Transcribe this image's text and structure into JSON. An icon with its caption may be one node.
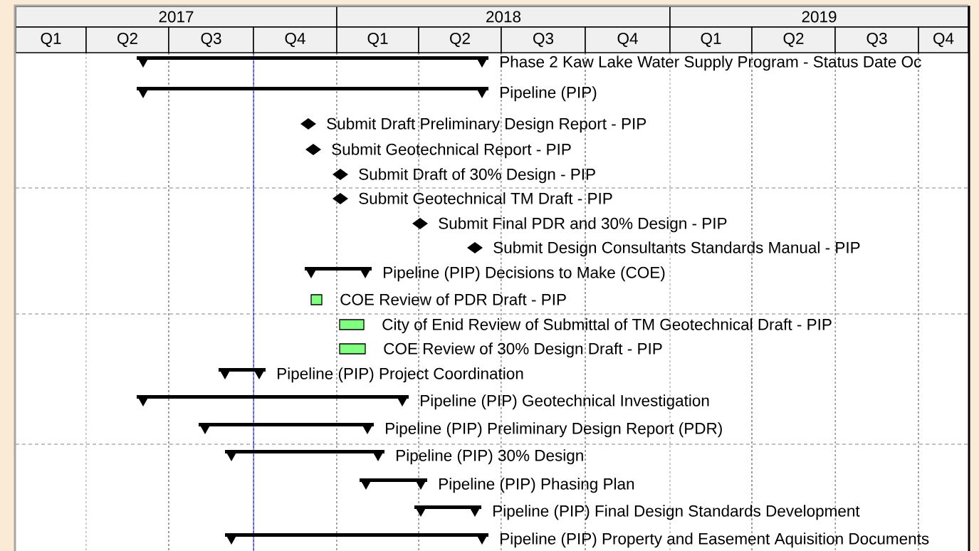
{
  "diagram": {
    "nodes": [
      {
        "text": [],
        "shape": "bar",
        "beside": [
          "Phase 2 Kaw Lake Water Supply Program - Status Date Oc"
        ]
      },
      {
        "text": [],
        "shape": "bar",
        "beside": [
          "Pipeline (PIP)"
        ]
      },
      {
        "text": [],
        "shape": "diamond",
        "beside": [
          "Submit Draft Preliminary Design Report - PIP"
        ]
      },
      {
        "text": [],
        "shape": "diamond",
        "beside": [
          "Submit Geotechnical Report - PIP"
        ]
      },
      {
        "text": [],
        "shape": "diamond",
        "beside": [
          "Submit Draft of 30% Design - PIP"
        ]
      },
      {
        "text": [],
        "shape": "diamond",
        "beside": [
          "Submit Geotechnical TM Draft - PIP"
        ]
      },
      {
        "text": [],
        "shape": "diamond",
        "beside": [
          "Submit Final PDR and 30% Design - PIP"
        ]
      },
      {
        "text": [],
        "shape": "diamond",
        "beside": [
          "Submit Design Consultants Standards Manual - PIP"
        ]
      },
      {
        "text": [],
        "shape": "bar",
        "beside": [
          "Pipeline (PIP) Decisions to Make (COE)"
        ]
      },
      {
        "text": [],
        "shape": "box",
        "beside": [
          "COE Review of PDR Draft - PIP"
        ]
      },
      {
        "text": [],
        "shape": "box",
        "beside": [
          "City of Enid Review of Submittal of TM Geotechnical Draft - PIP"
        ]
      },
      {
        "text": [],
        "shape": "box",
        "beside": [
          "COE Review of 30% Design Draft - PIP"
        ]
      },
      {
        "text": [],
        "shape": "bar",
        "beside": [
          "Pipeline (PIP) Project Coordination"
        ]
      },
      {
        "text": [],
        "shape": "bar",
        "beside": [
          "Pipeline (PIP) Geotechnical Investigation"
        ]
      },
      {
        "text": [],
        "shape": "bar",
        "beside": [
          "Pipeline (PIP) Preliminary Design Report (PDR)"
        ]
      },
      {
        "text": [],
        "shape": "bar",
        "beside": [
          "Pipeline (PIP) 30% Design"
        ]
      },
      {
        "text": [],
        "shape": "bar",
        "beside": [
          "Pipeline (PIP) Phasing Plan"
        ]
      },
      {
        "text": [],
        "shape": "bar",
        "beside": [
          "Pipeline (PIP) Final Design Standards Development"
        ]
      },
      {
        "text": [],
        "shape": "bar",
        "beside": [
          "Pipeline (PIP) Property and Easement Aquisition Documents"
        ]
      }
    ],
    "labels": [
      "2017",
      "2018",
      "2019",
      "Q1",
      "Q2",
      "Q3",
      "Q4",
      "Q1",
      "Q2",
      "Q3",
      "Q4",
      "Q1",
      "Q2",
      "Q3",
      "Q4"
    ]
  }
}
